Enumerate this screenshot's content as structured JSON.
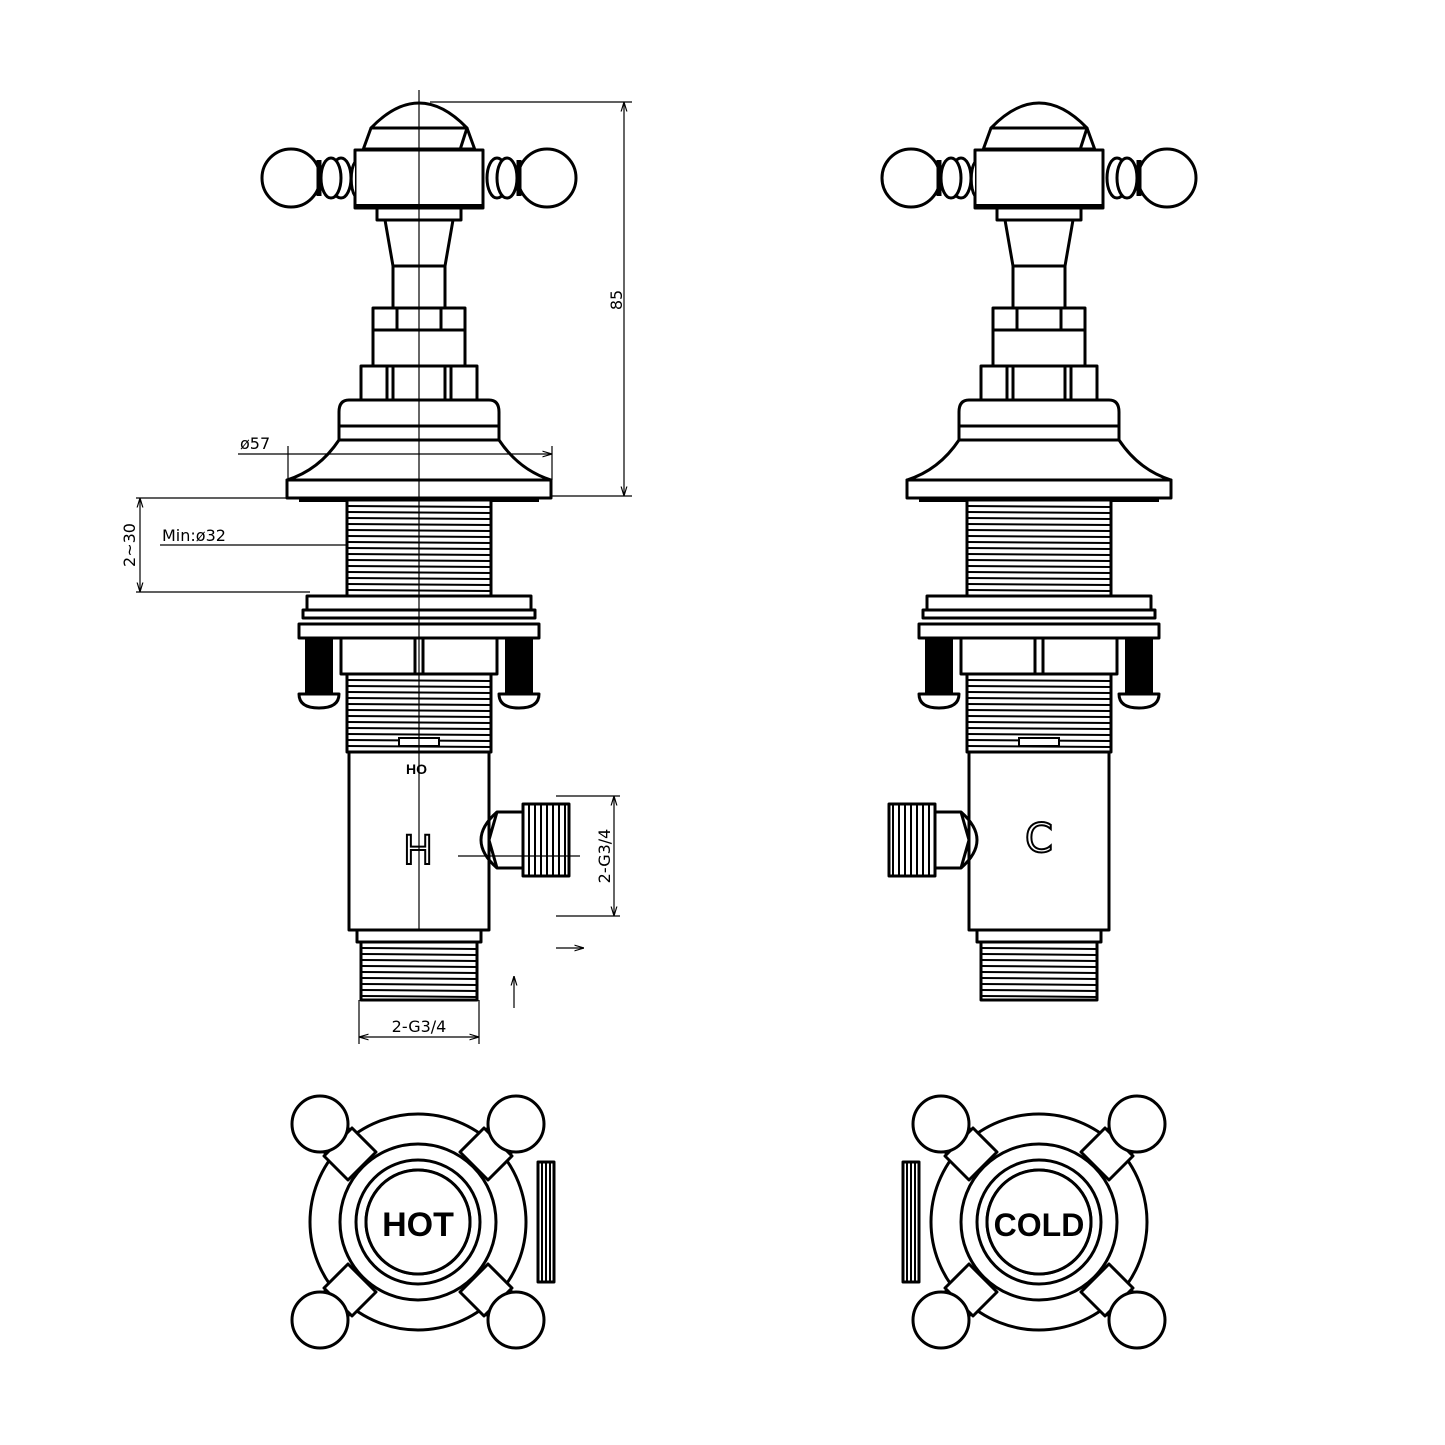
{
  "drawing": {
    "views": {
      "hot_elevation": {
        "body_marking": "H",
        "stamp": "HO"
      },
      "cold_elevation": {
        "body_marking": "C"
      },
      "hot_plan": {
        "cap_label": "HOT"
      },
      "cold_plan": {
        "cap_label": "COLD"
      }
    },
    "dimensions": {
      "height": "85",
      "flange_diameter": "ø57",
      "min_hole": "Min:ø32",
      "deck_thickness": "2~30",
      "side_outlet_thread": "2-G3/4",
      "bottom_inlet_thread": "2-G3/4"
    },
    "flow_arrows": {
      "outlet": "→",
      "inlet": "↑"
    },
    "colors": {
      "line": "#000000",
      "background": "#ffffff"
    }
  }
}
